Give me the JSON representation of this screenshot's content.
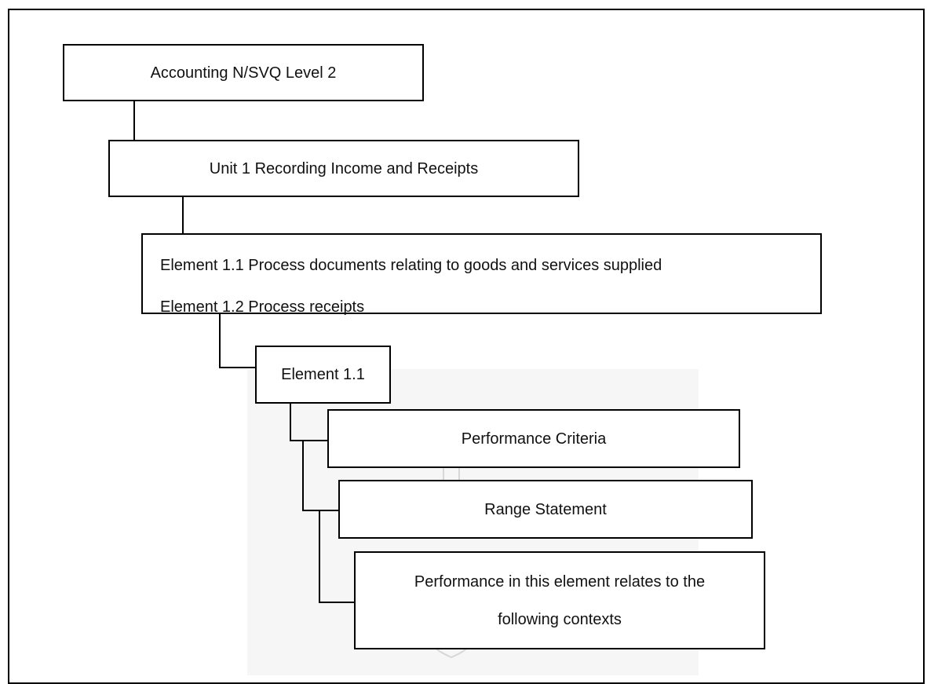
{
  "diagram": {
    "root": {
      "label": "Accounting N/SVQ Level 2"
    },
    "unit": {
      "label": "Unit 1 Recording Income and Receipts"
    },
    "elements_box": {
      "lines": [
        "Element 1.1  Process documents relating to goods and services supplied",
        "Element 1.2  Process receipts"
      ]
    },
    "element": {
      "label": "Element 1.1"
    },
    "children": [
      {
        "label": "Performance Criteria"
      },
      {
        "label": "Range Statement"
      },
      {
        "lines": [
          "Performance in this element relates to the",
          "following contexts"
        ]
      }
    ]
  }
}
